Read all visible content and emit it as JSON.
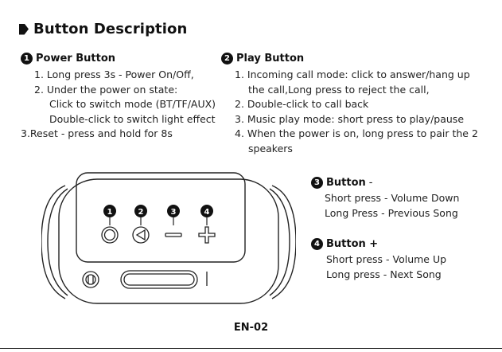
{
  "page": {
    "heading": "Button Description",
    "footer_code": "EN-02"
  },
  "power_button": {
    "badge": "1",
    "title": "Power Button",
    "items": [
      "1. Long press 3s - Power On/Off,",
      "2. Under the power on state:",
      "Click to switch mode (BT/TF/AUX)",
      "Double-click to switch light effect",
      "3.Reset - press and hold for 8s"
    ]
  },
  "play_button": {
    "badge": "2",
    "title": "Play Button",
    "items": [
      "1. Incoming call mode: click to answer/hang up",
      "the call,Long press to reject the call,",
      "2. Double-click to call back",
      "3. Music play mode: short press to play/pause",
      "4. When the power is on, long press to pair the 2",
      "speakers"
    ]
  },
  "button_minus": {
    "badge": "3",
    "title": "Button",
    "title_suffix": "-",
    "items": [
      "Short press - Volume Down",
      "Long Press - Previous Song"
    ]
  },
  "button_plus": {
    "badge": "4",
    "title": "Button +",
    "items": [
      "Short press - Volume Up",
      "Long press - Next Song"
    ]
  },
  "diagram": {
    "callouts": [
      "1",
      "2",
      "3",
      "4"
    ],
    "icons": [
      "power-icon",
      "play-icon",
      "minus-icon",
      "plus-icon",
      "power-switch-icon",
      "aux-slot-icon"
    ]
  }
}
